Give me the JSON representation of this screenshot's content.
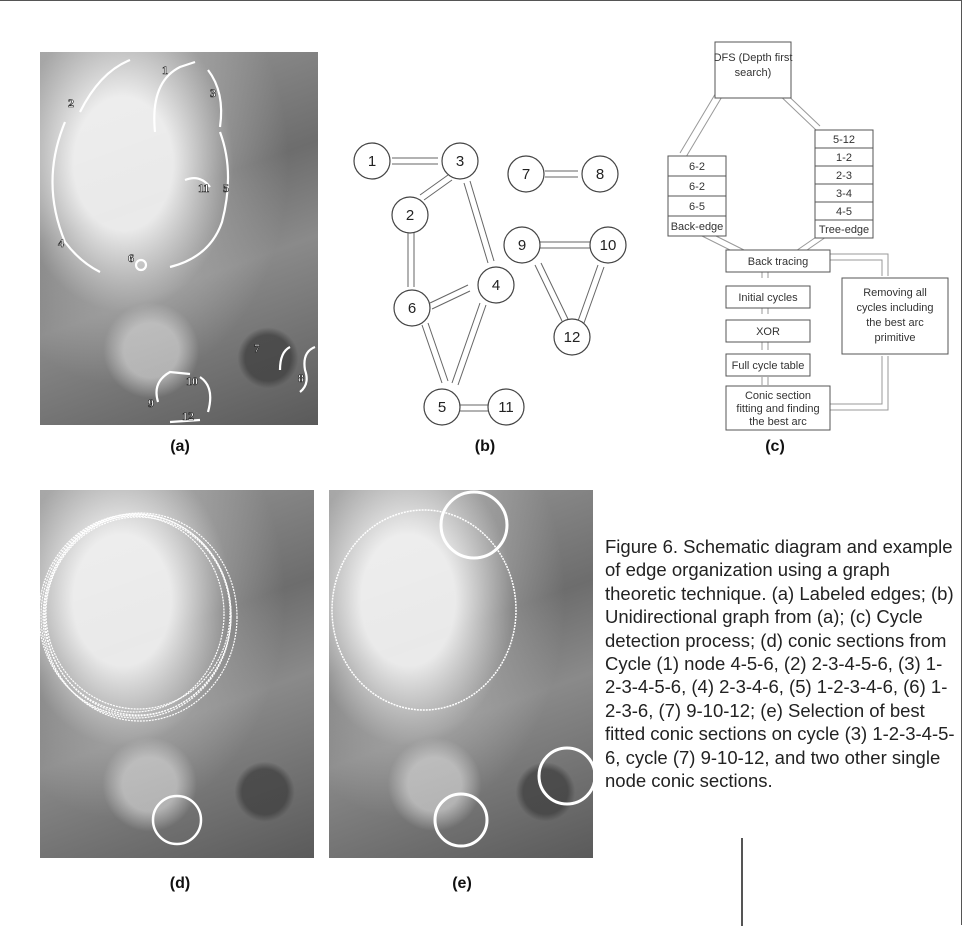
{
  "panels": {
    "a_label": "(a)",
    "b_label": "(b)",
    "c_label": "(c)",
    "d_label": "(d)",
    "e_label": "(e)"
  },
  "edge_labels": [
    "1",
    "2",
    "3",
    "4",
    "5",
    "6",
    "7",
    "8",
    "9",
    "10",
    "11",
    "12"
  ],
  "graph": {
    "nodes": [
      "1",
      "2",
      "3",
      "4",
      "5",
      "6",
      "7",
      "8",
      "9",
      "10",
      "11",
      "12"
    ]
  },
  "flowchart": {
    "dfs": "DFS (Depth first search)",
    "dfs_line1": "DFS (Depth first",
    "dfs_line2": "search)",
    "back_edges": [
      "6-2",
      "6-2",
      "6-5",
      "Back-edge"
    ],
    "tree_edges": [
      "5-12",
      "1-2",
      "2-3",
      "3-4",
      "4-5",
      "Tree-edge"
    ],
    "back_tracing": "Back tracing",
    "initial_cycles": "Initial cycles",
    "xor": "XOR",
    "full_cycle_table": "Full cycle table",
    "conic_line1": "Conic section",
    "conic_line2": "fitting and finding",
    "conic_line3": "the best arc",
    "removing_line1": "Removing all",
    "removing_line2": "cycles including",
    "removing_line3": "the best arc",
    "removing_line4": "primitive"
  },
  "caption": "Figure 6. Schematic diagram and example of edge organization using a graph theoretic technique. (a) Labeled edges; (b) Unidirectional graph from (a); (c) Cycle detection process; (d) conic sections from Cycle (1) node 4-5-6, (2) 2-3-4-5-6, (3) 1-2-3-4-5-6, (4) 2-3-4-6, (5) 1-2-3-4-6, (6) 1-2-3-6, (7) 9-10-12; (e) Selection of best fitted conic sections on cycle (3) 1-2-3-4-5-6, cycle (7) 9-10-12, and two other single node conic sections."
}
